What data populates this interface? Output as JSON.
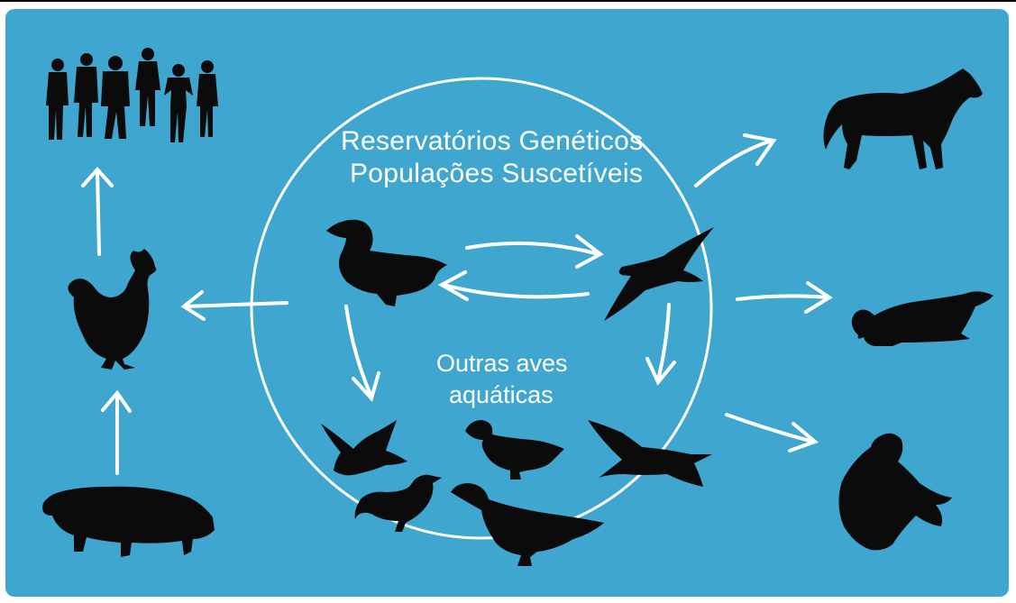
{
  "diagram": {
    "center_title_line1": "Reservatórios Genéticos",
    "center_title_line2": "Populações Suscetíveis",
    "inner_label_line1": "Outras aves",
    "inner_label_line2": "aquáticas"
  },
  "icons": [
    "humans-icon",
    "rooster-icon",
    "pig-icon",
    "duck-icon",
    "seabird-icon",
    "horse-icon",
    "ferret-icon",
    "seal-icon",
    "flying-goose-icon",
    "duckling-icon",
    "small-duck-icon",
    "large-duck-icon",
    "diving-bird-icon",
    "arrow-icon"
  ],
  "colors": {
    "background": "#3fa7cf",
    "silhouette": "#0b0b0b",
    "lines": "#ffffff"
  }
}
